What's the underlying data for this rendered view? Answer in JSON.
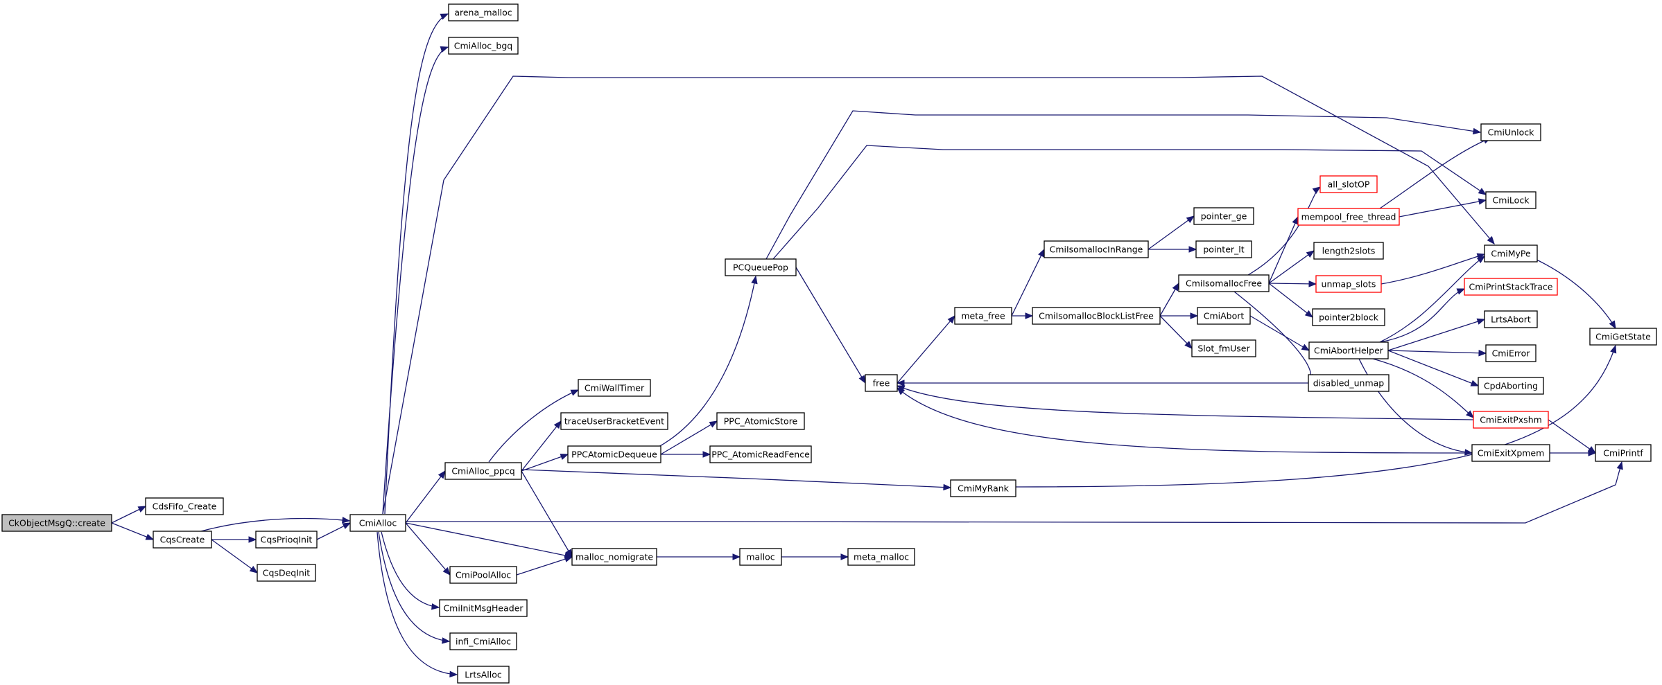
{
  "graph": {
    "edge_color": "#191970",
    "root_fill": "#bfbfbf",
    "highlight_border": "#ff0000",
    "nodes": [
      {
        "id": "ckobjectmsgq-create",
        "label": "CkObjectMsgQ::create",
        "root": true
      },
      {
        "id": "cdsfifo-create",
        "label": "CdsFifo_Create"
      },
      {
        "id": "cqscreate",
        "label": "CqsCreate"
      },
      {
        "id": "cqspriqinit",
        "label": "CqsPrioqInit"
      },
      {
        "id": "cqsdeqinit",
        "label": "CqsDeqInit"
      },
      {
        "id": "cmialloc",
        "label": "CmiAlloc"
      },
      {
        "id": "arena-malloc",
        "label": "arena_malloc"
      },
      {
        "id": "cmialloc-bgq",
        "label": "CmiAlloc_bgq"
      },
      {
        "id": "cmialloc-ppcq",
        "label": "CmiAlloc_ppcq"
      },
      {
        "id": "cmipoolalloc",
        "label": "CmiPoolAlloc"
      },
      {
        "id": "cmiinitmsgheader",
        "label": "CmiInitMsgHeader"
      },
      {
        "id": "infi-cmialloc",
        "label": "infi_CmiAlloc"
      },
      {
        "id": "lrtsalloc",
        "label": "LrtsAlloc"
      },
      {
        "id": "cmiwalltimer",
        "label": "CmiWallTimer"
      },
      {
        "id": "traceuserbracketevent",
        "label": "traceUserBracketEvent"
      },
      {
        "id": "ppcatomicdequeue",
        "label": "PPCAtomicDequeue"
      },
      {
        "id": "malloc-nomigrate",
        "label": "malloc_nomigrate"
      },
      {
        "id": "pcqueuepop",
        "label": "PCQueuePop"
      },
      {
        "id": "ppc-atomicstore",
        "label": "PPC_AtomicStore"
      },
      {
        "id": "ppc-atomicreadfence",
        "label": "PPC_AtomicReadFence"
      },
      {
        "id": "malloc",
        "label": "malloc"
      },
      {
        "id": "meta-malloc",
        "label": "meta_malloc"
      },
      {
        "id": "cmimyrank",
        "label": "CmiMyRank"
      },
      {
        "id": "free",
        "label": "free"
      },
      {
        "id": "meta-free",
        "label": "meta_free"
      },
      {
        "id": "cmiisomallocinrange",
        "label": "CmiIsomallocInRange"
      },
      {
        "id": "cmiisomallocblocklistfree",
        "label": "CmiIsomallocBlockListFree"
      },
      {
        "id": "pointer-ge",
        "label": "pointer_ge"
      },
      {
        "id": "pointer-lt",
        "label": "pointer_lt"
      },
      {
        "id": "cmiisomallocfree",
        "label": "CmiIsomallocFree"
      },
      {
        "id": "cmiabort",
        "label": "CmiAbort"
      },
      {
        "id": "slot-fmuser",
        "label": "Slot_fmUser"
      },
      {
        "id": "all-slotop",
        "label": "all_slotOP",
        "red": true
      },
      {
        "id": "mempool-free-thread",
        "label": "mempool_free_thread",
        "red": true
      },
      {
        "id": "length2slots",
        "label": "length2slots"
      },
      {
        "id": "unmap-slots",
        "label": "unmap_slots",
        "red": true
      },
      {
        "id": "pointer2block",
        "label": "pointer2block"
      },
      {
        "id": "cmiaborthelper",
        "label": "CmiAbortHelper"
      },
      {
        "id": "disabled-unmap",
        "label": "disabled_unmap"
      },
      {
        "id": "cmiunlock",
        "label": "CmiUnlock"
      },
      {
        "id": "cmilock",
        "label": "CmiLock"
      },
      {
        "id": "cmimype",
        "label": "CmiMyPe"
      },
      {
        "id": "cmiprintstacktrace",
        "label": "CmiPrintStackTrace",
        "red": true
      },
      {
        "id": "lrtsabort",
        "label": "LrtsAbort"
      },
      {
        "id": "cmierror",
        "label": "CmiError"
      },
      {
        "id": "cpdaborting",
        "label": "CpdAborting"
      },
      {
        "id": "cmiexitpxshm",
        "label": "CmiExitPxshm",
        "red": true
      },
      {
        "id": "cmiexitxpmem",
        "label": "CmiExitXpmem"
      },
      {
        "id": "cmigetstate",
        "label": "CmiGetState"
      },
      {
        "id": "cmiprintf",
        "label": "CmiPrintf"
      }
    ],
    "edges": [
      [
        "ckobjectmsgq-create",
        "cdsfifo-create"
      ],
      [
        "ckobjectmsgq-create",
        "cqscreate"
      ],
      [
        "cqscreate",
        "cmialloc"
      ],
      [
        "cqscreate",
        "cqspriqinit"
      ],
      [
        "cqscreate",
        "cqsdeqinit"
      ],
      [
        "cqspriqinit",
        "cmialloc"
      ],
      [
        "cmialloc",
        "arena-malloc"
      ],
      [
        "cmialloc",
        "cmialloc-bgq"
      ],
      [
        "cmialloc",
        "cmimype"
      ],
      [
        "cmialloc",
        "cmialloc-ppcq"
      ],
      [
        "cmialloc",
        "cmiprintf"
      ],
      [
        "cmialloc",
        "malloc-nomigrate"
      ],
      [
        "cmialloc",
        "cmipoolalloc"
      ],
      [
        "cmialloc",
        "cmiinitmsgheader"
      ],
      [
        "cmialloc",
        "infi-cmialloc"
      ],
      [
        "cmialloc",
        "lrtsalloc"
      ],
      [
        "cmialloc-ppcq",
        "cmiwalltimer"
      ],
      [
        "cmialloc-ppcq",
        "traceuserbracketevent"
      ],
      [
        "cmialloc-ppcq",
        "ppcatomicdequeue"
      ],
      [
        "cmialloc-ppcq",
        "cmimyrank"
      ],
      [
        "cmialloc-ppcq",
        "malloc-nomigrate"
      ],
      [
        "cmipoolalloc",
        "malloc-nomigrate"
      ],
      [
        "ppcatomicdequeue",
        "pcqueuepop"
      ],
      [
        "ppcatomicdequeue",
        "ppc-atomicstore"
      ],
      [
        "ppcatomicdequeue",
        "ppc-atomicreadfence"
      ],
      [
        "pcqueuepop",
        "cmiunlock"
      ],
      [
        "pcqueuepop",
        "cmilock"
      ],
      [
        "pcqueuepop",
        "free"
      ],
      [
        "malloc-nomigrate",
        "malloc"
      ],
      [
        "malloc",
        "meta-malloc"
      ],
      [
        "cmimyrank",
        "cmigetstate"
      ],
      [
        "free",
        "meta-free"
      ],
      [
        "meta-free",
        "cmiisomallocinrange"
      ],
      [
        "meta-free",
        "cmiisomallocblocklistfree"
      ],
      [
        "cmiisomallocinrange",
        "pointer-ge"
      ],
      [
        "cmiisomallocinrange",
        "pointer-lt"
      ],
      [
        "cmiisomallocblocklistfree",
        "cmiisomallocfree"
      ],
      [
        "cmiisomallocblocklistfree",
        "cmiabort"
      ],
      [
        "cmiisomallocblocklistfree",
        "slot-fmuser"
      ],
      [
        "cmiisomallocfree",
        "all-slotop"
      ],
      [
        "cmiisomallocfree",
        "mempool-free-thread"
      ],
      [
        "cmiisomallocfree",
        "length2slots"
      ],
      [
        "cmiisomallocfree",
        "unmap-slots"
      ],
      [
        "cmiisomallocfree",
        "pointer2block"
      ],
      [
        "cmiisomallocfree",
        "disabled-unmap"
      ],
      [
        "cmiabort",
        "cmiaborthelper"
      ],
      [
        "mempool-free-thread",
        "cmiunlock"
      ],
      [
        "mempool-free-thread",
        "cmilock"
      ],
      [
        "unmap-slots",
        "cmimype"
      ],
      [
        "disabled-unmap",
        "free"
      ],
      [
        "cmiaborthelper",
        "cmimype"
      ],
      [
        "cmiaborthelper",
        "cmiprintstacktrace"
      ],
      [
        "cmiaborthelper",
        "lrtsabort"
      ],
      [
        "cmiaborthelper",
        "cmierror"
      ],
      [
        "cmiaborthelper",
        "cpdaborting"
      ],
      [
        "cmiaborthelper",
        "cmiexitpxshm"
      ],
      [
        "cmiaborthelper",
        "cmiexitxpmem"
      ],
      [
        "cmiexitpxshm",
        "free"
      ],
      [
        "cmiexitpxshm",
        "cmiprintf"
      ],
      [
        "cmiexitxpmem",
        "free"
      ],
      [
        "cmiexitxpmem",
        "cmiprintf"
      ],
      [
        "cmimype",
        "cmigetstate"
      ]
    ]
  }
}
